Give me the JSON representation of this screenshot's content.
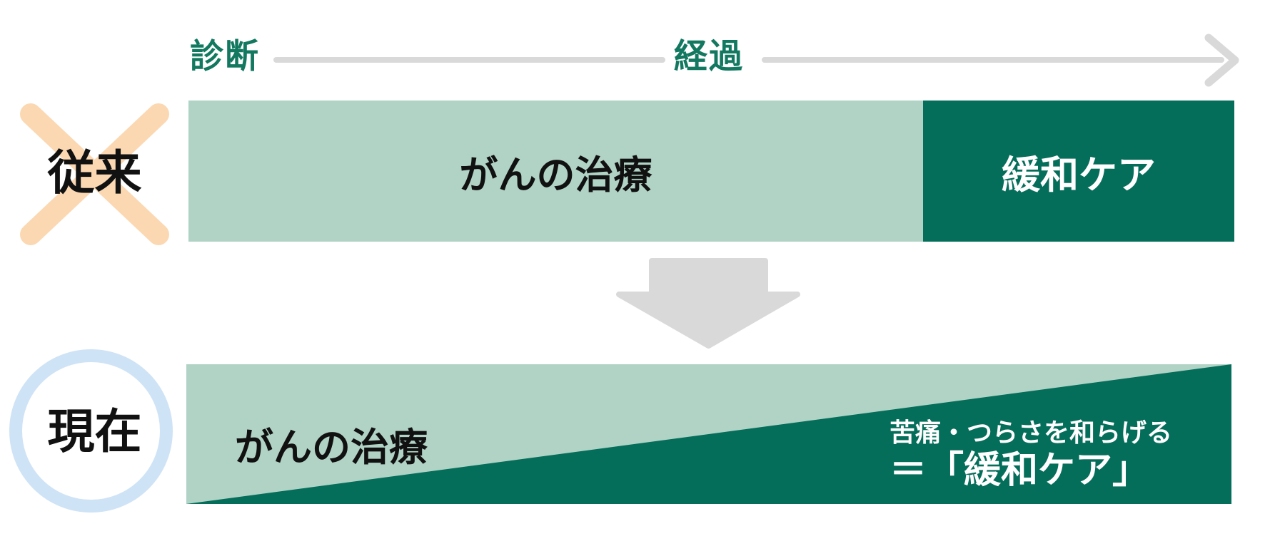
{
  "colors": {
    "sage": "#b1d3c6",
    "dark-green": "#056e5b",
    "label-green": "#12785f",
    "gray": "#d9d9d9",
    "peach": "#fbd8b2",
    "light-blue": "#cfe3f6",
    "text-black": "#111111"
  },
  "timeline": {
    "start_label": "診断",
    "progress_label": "経過"
  },
  "conventional": {
    "row_label": "従来",
    "treatment_label": "がんの治療",
    "palliative_label": "緩和ケア"
  },
  "current": {
    "row_label": "現在",
    "treatment_label": "がんの治療",
    "palliative_line1": "苦痛・つらさを和らげる",
    "palliative_line2": "＝「緩和ケア」"
  }
}
